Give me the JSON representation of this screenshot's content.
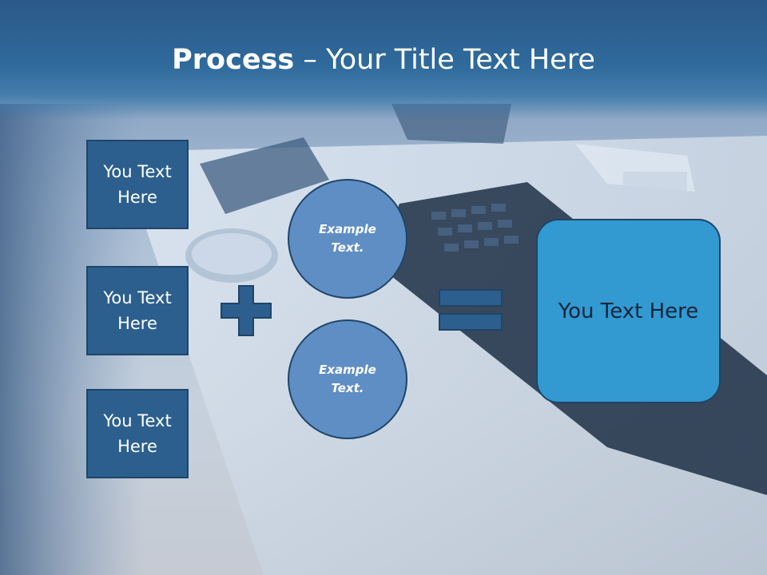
{
  "title": {
    "bold_part": "Process",
    "rest": " – Your Title Text Here"
  },
  "left_boxes": [
    {
      "label": "You Text Here"
    },
    {
      "label": "You Text Here"
    },
    {
      "label": "You Text Here"
    }
  ],
  "circles": [
    {
      "label": "Example Text."
    },
    {
      "label": "Example Text."
    }
  ],
  "operators": {
    "plus": "plus-sign",
    "equals": "equals-sign"
  },
  "result_box": {
    "label": "You Text Here"
  },
  "colors": {
    "title_bar": "#2b5988",
    "box_fill": "#2c5f8d",
    "circle_fill": "#5f8ec4",
    "result_fill": "#3299d1",
    "outline": "#1f4568"
  }
}
